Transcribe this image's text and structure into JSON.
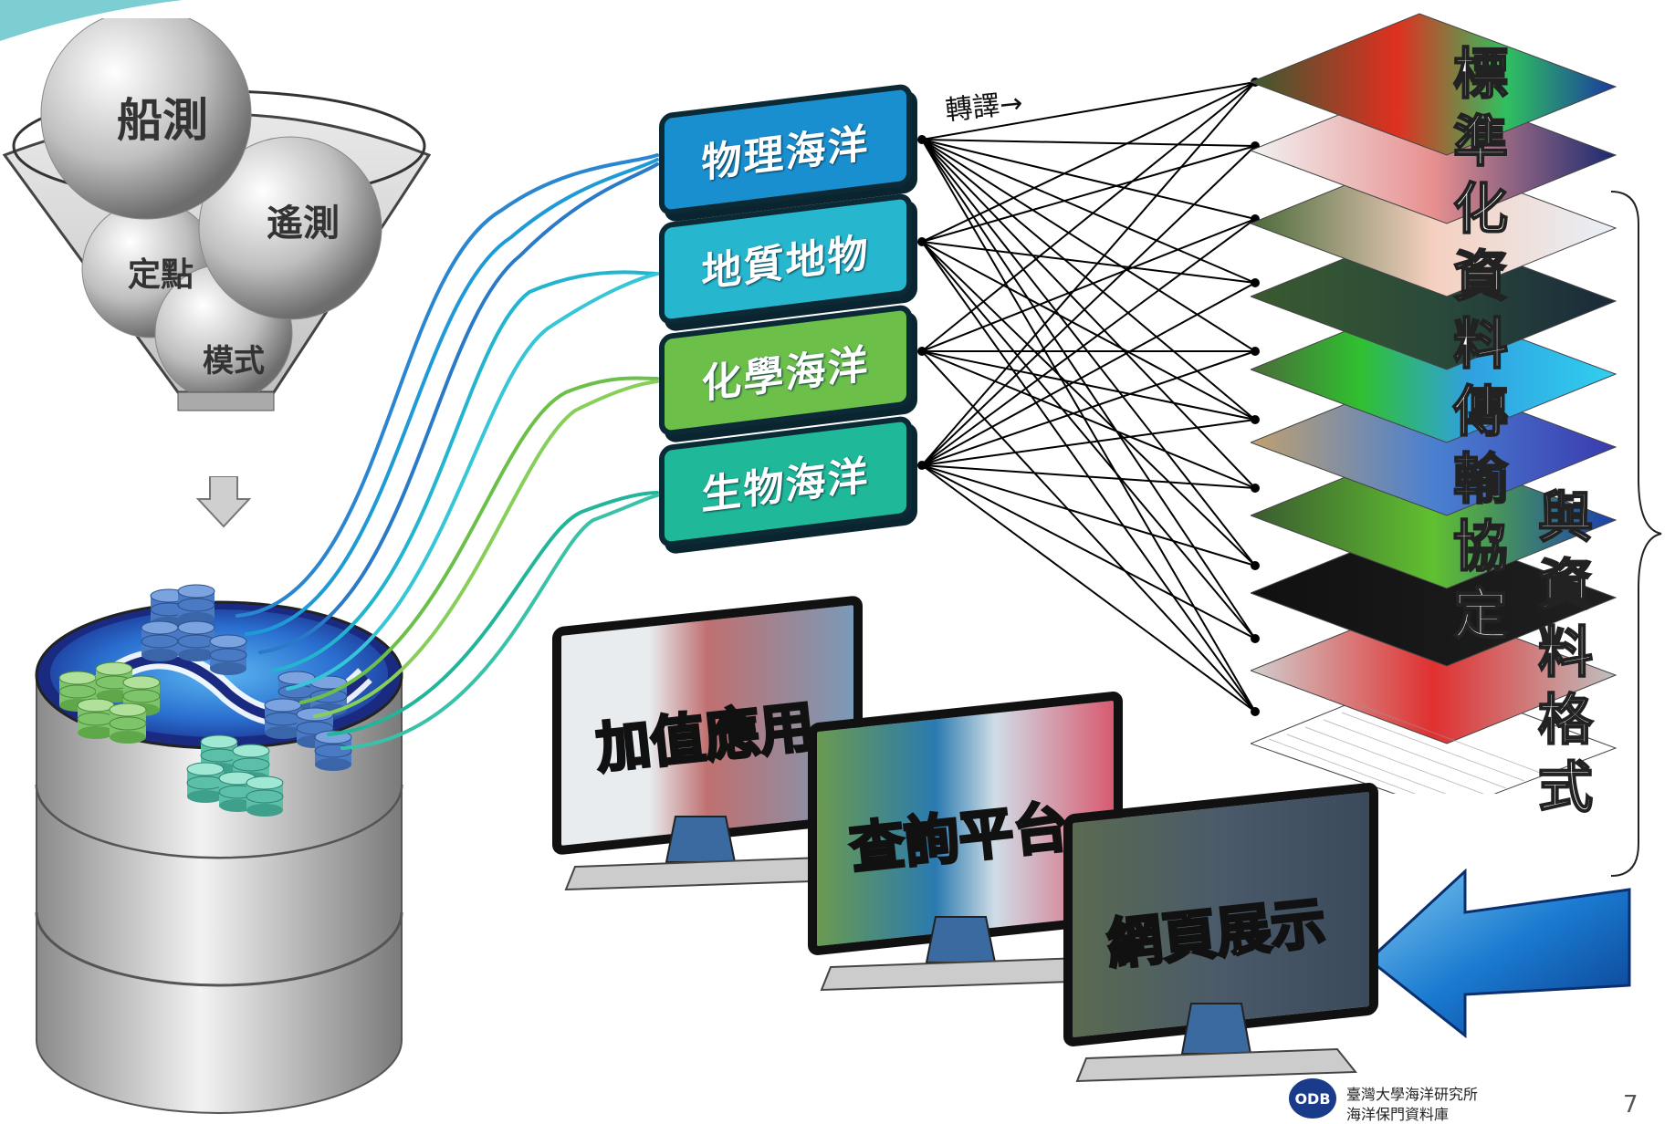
{
  "funnel": {
    "items": [
      "船測",
      "遙測",
      "定點",
      "模式"
    ]
  },
  "categories": [
    {
      "label": "物理海洋",
      "color": "#1a8fd0"
    },
    {
      "label": "地質地物",
      "color": "#26b7cf"
    },
    {
      "label": "化學海洋",
      "color": "#6cc04a"
    },
    {
      "label": "生物海洋",
      "color": "#1fb99a"
    }
  ],
  "translate_label": "轉譯→",
  "standard_text": [
    "標",
    "準",
    "化",
    "資",
    "料",
    "傳",
    "輸",
    "協",
    "定"
  ],
  "format_text": [
    "與",
    "資",
    "料",
    "格",
    "式"
  ],
  "apps": [
    "加值應用",
    "查詢平台",
    "網頁展示"
  ],
  "footer": {
    "org_line1": "臺灣大學海洋研究所",
    "org_line2": "海洋保門資料庫",
    "logo_text": "ODB",
    "page_number": "7"
  }
}
